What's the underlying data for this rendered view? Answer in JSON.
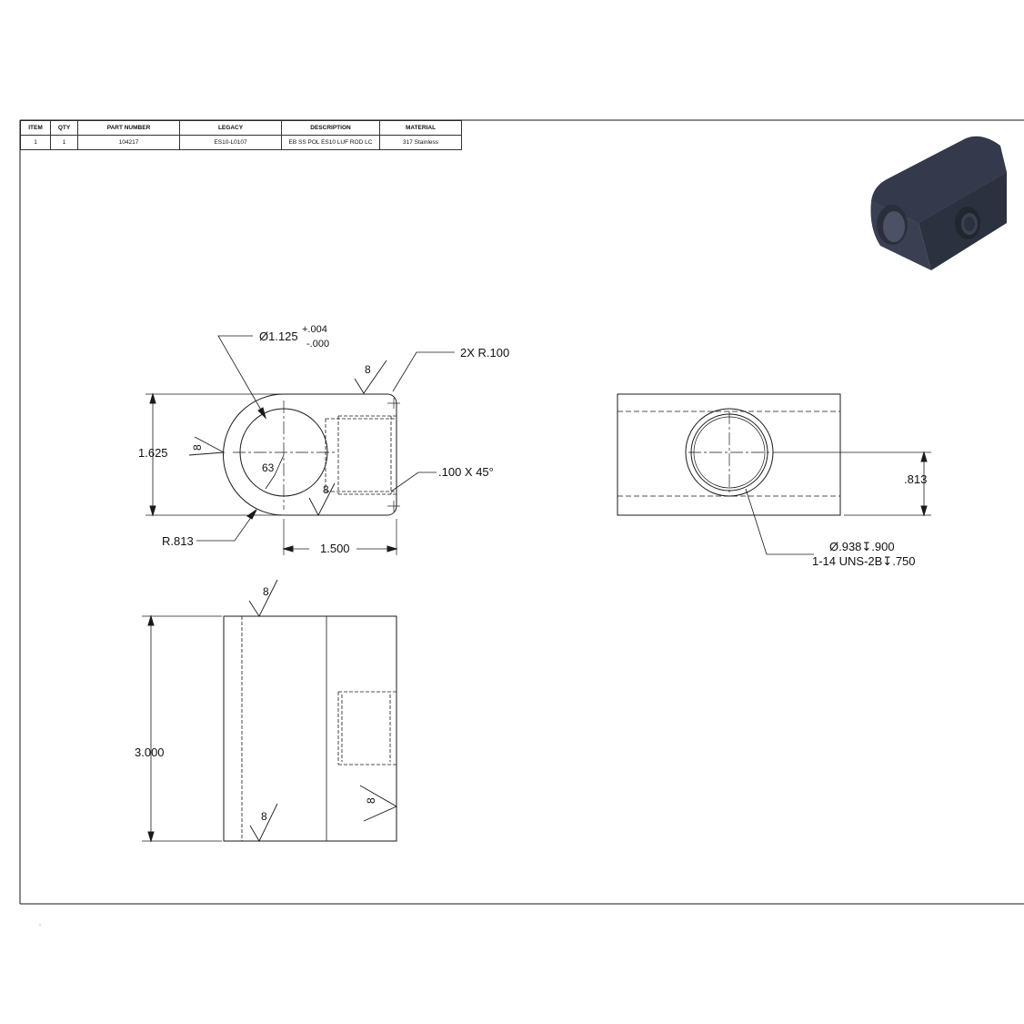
{
  "bom": {
    "headers": [
      "ITEM",
      "QTY",
      "PART NUMBER",
      "LEGACY",
      "DESCRIPTION",
      "MATERIAL"
    ],
    "rows": [
      [
        "1",
        "1",
        "104217",
        "ES10-L0107",
        "EB SS POL ES10 LUF ROD LC",
        "317 Stainless"
      ]
    ]
  },
  "dimensions": {
    "bore_dia": "Ø1.125",
    "bore_tol_plus": "+.004",
    "bore_tol_minus": "-.000",
    "fillet_callout": "2X R.100",
    "height": "1.625",
    "chamfer": ".100 X 45°",
    "roughness_63": "63",
    "outer_radius": "R.813",
    "width": "1.500",
    "length": "3.000",
    "center_offset": ".813",
    "tap_drill": "Ø.938↧.900",
    "thread": "1-14 UNS-2B↧.750"
  },
  "surface_finish": {
    "top_front": "8",
    "left_front": "8",
    "bottom_front": "8",
    "top_side": "8",
    "bottom_side": "8",
    "right_side": "8"
  },
  "colors": {
    "line": "#1a1a1a",
    "part_dark": "#2c3140",
    "part_mid": "#3b4152",
    "part_light": "#4b5266"
  },
  "icons": {
    "isometric": "part-isometric-render"
  }
}
